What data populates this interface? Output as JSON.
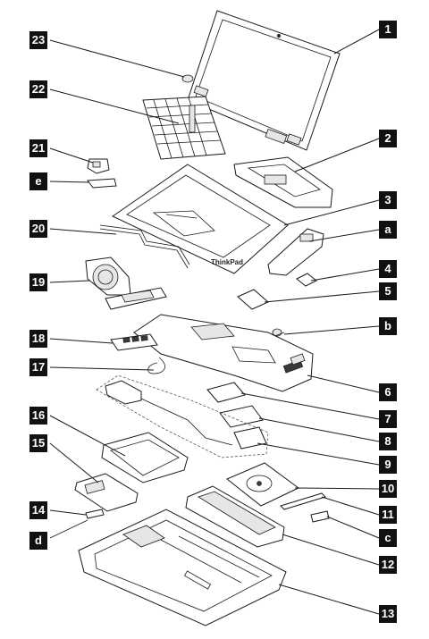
{
  "diagram": {
    "brand_mark": "ThinkPad",
    "callouts": [
      {
        "id": "c1",
        "label": "1"
      },
      {
        "id": "c2",
        "label": "2"
      },
      {
        "id": "c3",
        "label": "3"
      },
      {
        "id": "ca",
        "label": "a"
      },
      {
        "id": "c4",
        "label": "4"
      },
      {
        "id": "c5",
        "label": "5"
      },
      {
        "id": "cb",
        "label": "b"
      },
      {
        "id": "c6",
        "label": "6"
      },
      {
        "id": "c7",
        "label": "7"
      },
      {
        "id": "c8",
        "label": "8"
      },
      {
        "id": "c9",
        "label": "9"
      },
      {
        "id": "c10",
        "label": "10"
      },
      {
        "id": "c11",
        "label": "11"
      },
      {
        "id": "cc",
        "label": "c"
      },
      {
        "id": "c12",
        "label": "12"
      },
      {
        "id": "c13",
        "label": "13"
      },
      {
        "id": "c23",
        "label": "23"
      },
      {
        "id": "c22",
        "label": "22"
      },
      {
        "id": "c21",
        "label": "21"
      },
      {
        "id": "ce",
        "label": "e"
      },
      {
        "id": "c20",
        "label": "20"
      },
      {
        "id": "c19",
        "label": "19"
      },
      {
        "id": "c18",
        "label": "18"
      },
      {
        "id": "c17",
        "label": "17"
      },
      {
        "id": "c16",
        "label": "16"
      },
      {
        "id": "c15",
        "label": "15"
      },
      {
        "id": "c14",
        "label": "14"
      },
      {
        "id": "cd",
        "label": "d"
      }
    ]
  }
}
